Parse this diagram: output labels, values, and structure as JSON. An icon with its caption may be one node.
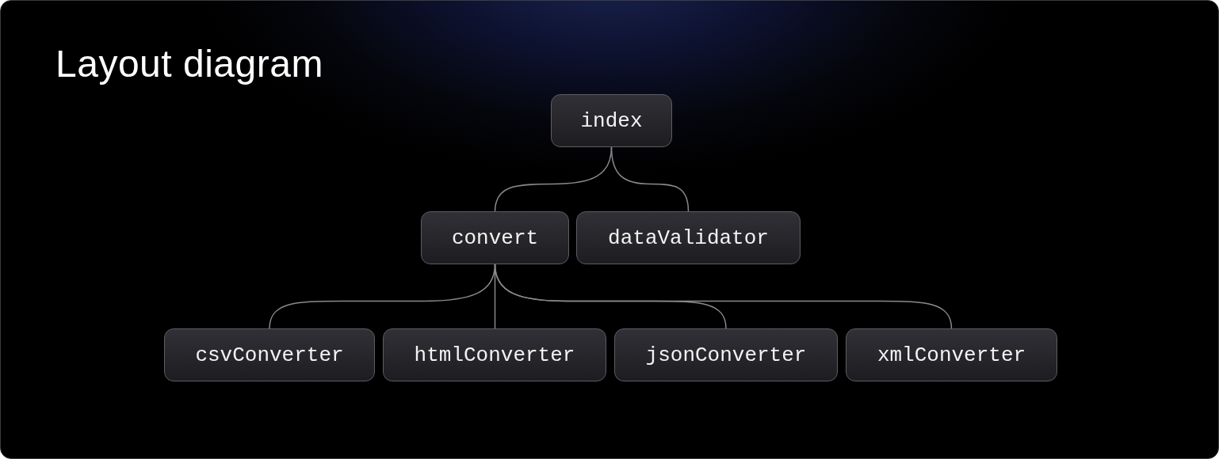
{
  "diagram": {
    "title": "Layout diagram",
    "nodes": [
      {
        "text": [
          "index"
        ]
      },
      {
        "text": [
          "convert"
        ]
      },
      {
        "text": [
          "dataValidator"
        ]
      },
      {
        "text": [
          "csvConverter"
        ]
      },
      {
        "text": [
          "htmlConverter"
        ]
      },
      {
        "text": [
          "jsonConverter"
        ]
      },
      {
        "text": [
          "xmlConverter"
        ]
      }
    ],
    "edges": [
      {
        "from": 0,
        "to": 1,
        "arrow": "none"
      },
      {
        "from": 0,
        "to": 2,
        "arrow": "none"
      },
      {
        "from": 1,
        "to": 3,
        "arrow": "none"
      },
      {
        "from": 1,
        "to": 4,
        "arrow": "none"
      },
      {
        "from": 1,
        "to": 5,
        "arrow": "none"
      },
      {
        "from": 1,
        "to": 6,
        "arrow": "none"
      }
    ]
  }
}
